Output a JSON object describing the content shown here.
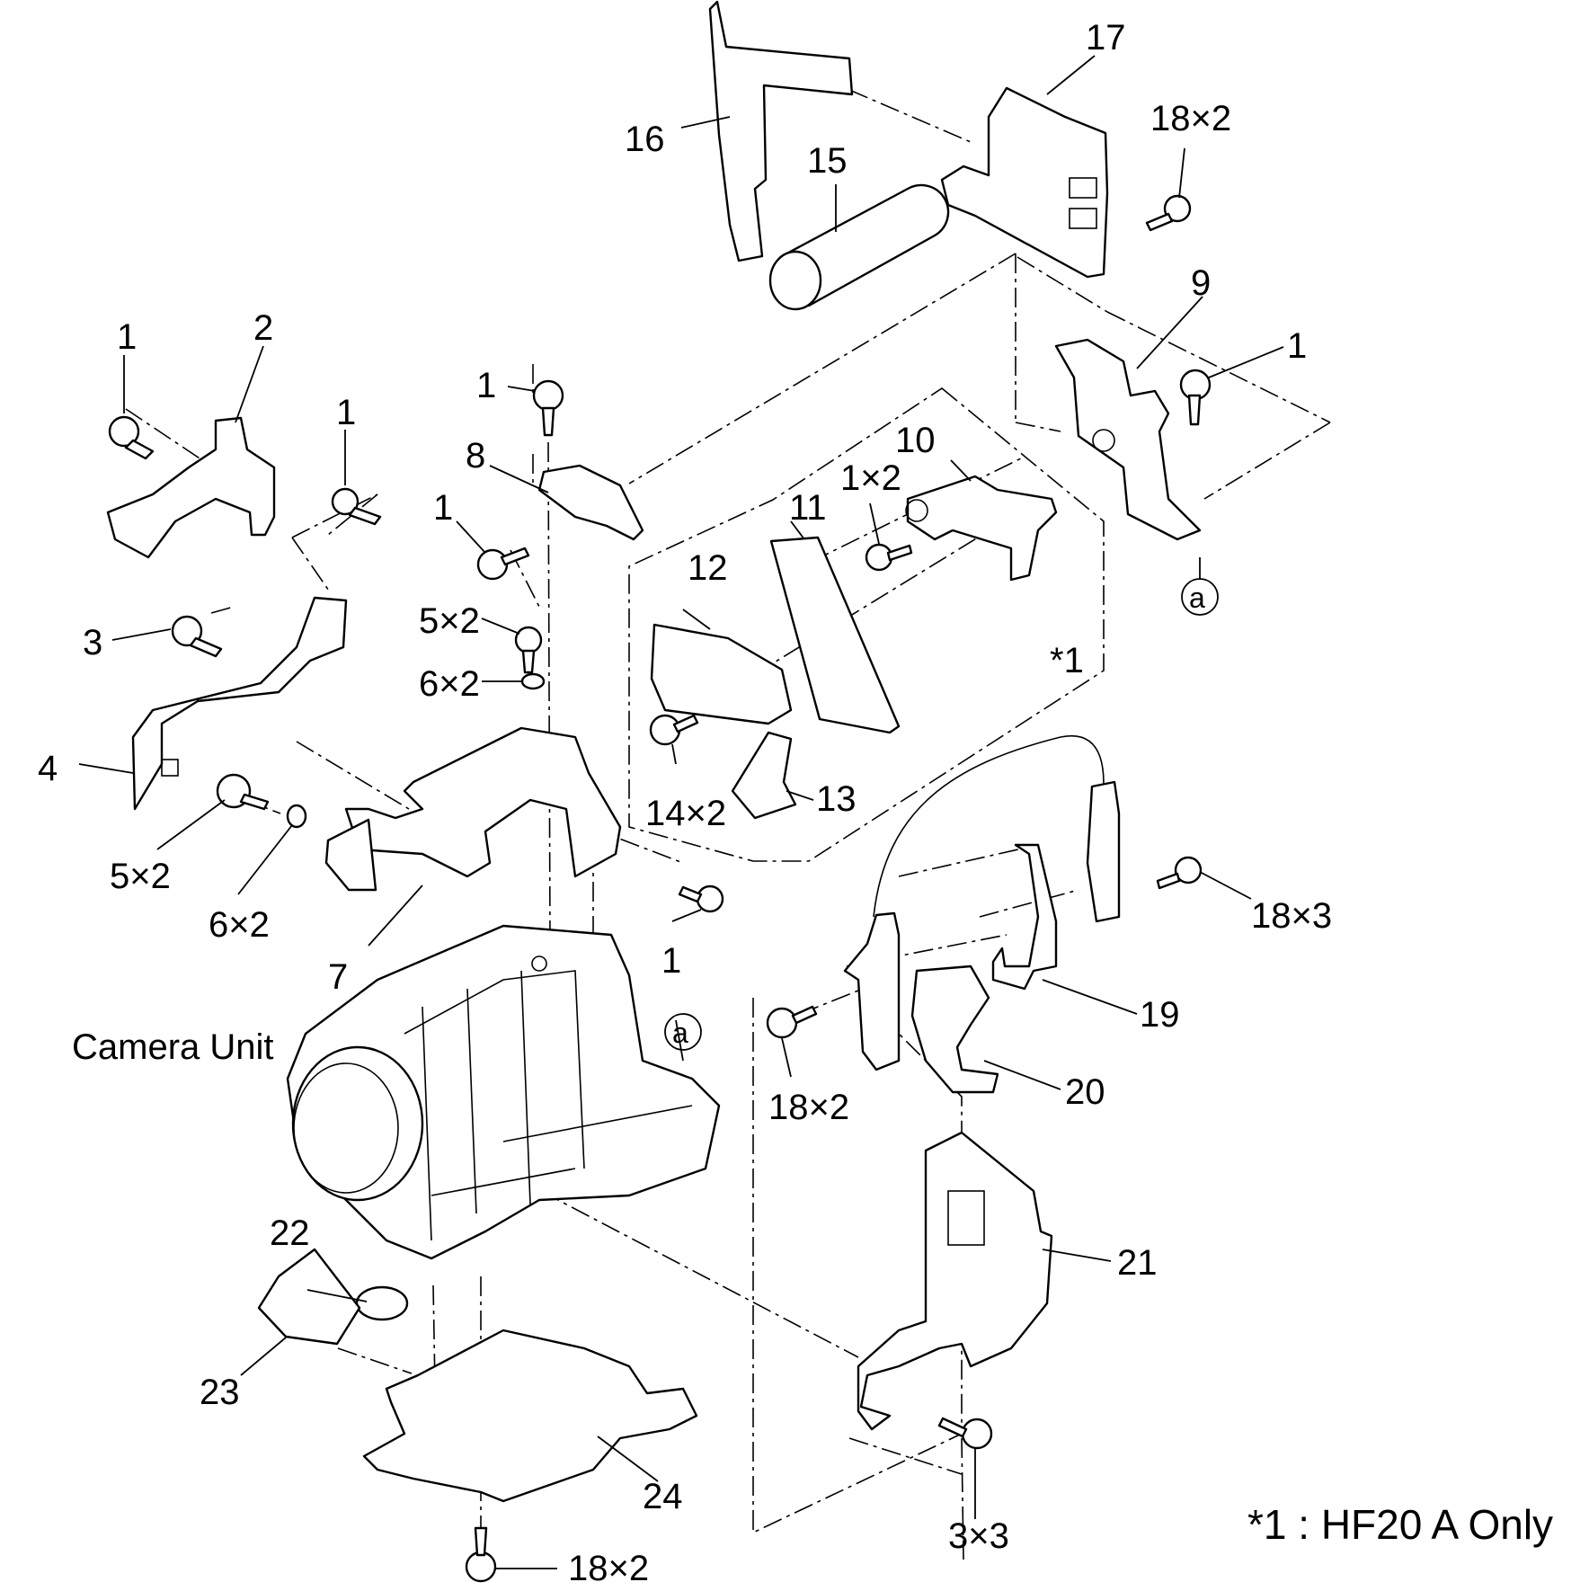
{
  "title": "",
  "labels": {
    "n1a": "1",
    "n2": "2",
    "n1b": "1",
    "n1c": "1",
    "n8": "8",
    "n1d": "1",
    "n3": "3",
    "n4": "4",
    "n5x2a": "5×2",
    "n6x2a": "6×2",
    "n5x2b": "5×2",
    "n6x2b": "6×2",
    "n7": "7",
    "n1e": "1",
    "camera_unit": "Camera Unit",
    "n16": "16",
    "n15": "15",
    "n17": "17",
    "n18x2a": "18×2",
    "n9": "9",
    "n1f": "1",
    "n10": "10",
    "n1x2": "1×2",
    "n11": "11",
    "n12": "12",
    "n14x2": "14×2",
    "n13": "13",
    "star1": "*1",
    "n18x3": "18×3",
    "n19": "19",
    "n18x2b": "18×2",
    "n20": "20",
    "n21": "21",
    "n22": "22",
    "n23": "23",
    "n24": "24",
    "n18x2c": "18×2",
    "n3x3": "3×3",
    "ref_a1": "a",
    "ref_a2": "a"
  },
  "footnote": "*1 : HF20 A Only",
  "icons": [
    "screw-icon",
    "washer-icon",
    "bracket-icon",
    "lens-icon",
    "capacitor-icon",
    "circuit-board-icon",
    "flex-cable-icon"
  ]
}
